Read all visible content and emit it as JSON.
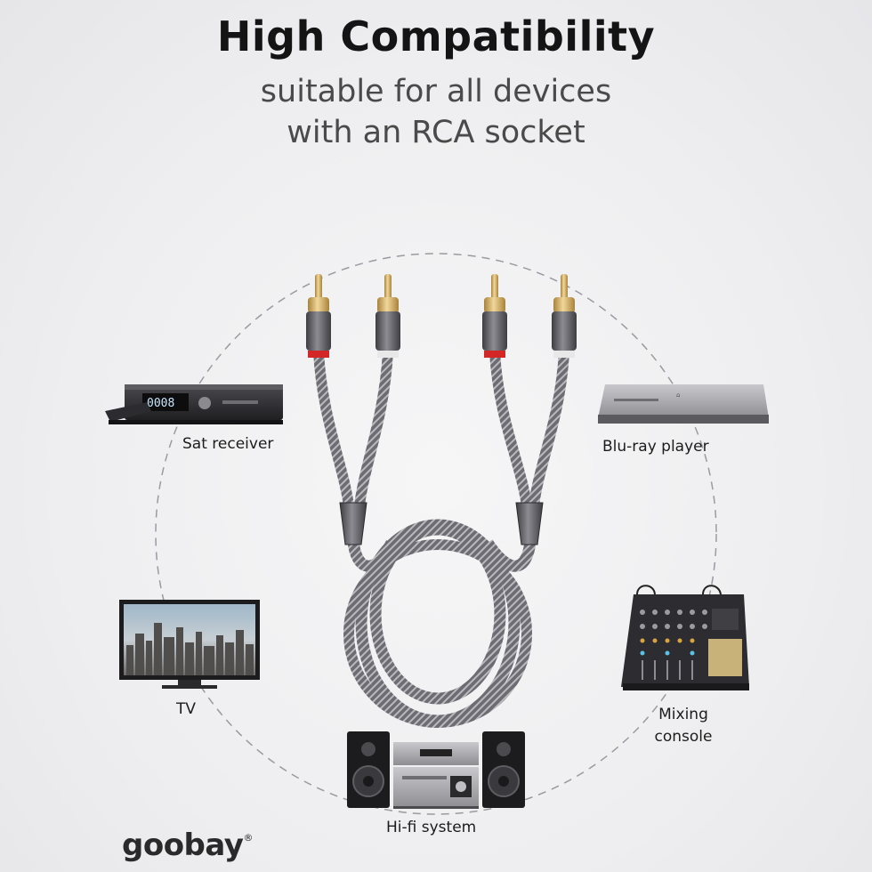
{
  "header": {
    "title": "High Compatibility",
    "subtitle_line1": "suitable for all devices",
    "subtitle_line2": "with an RCA socket"
  },
  "devices": [
    {
      "label": "Sat receiver",
      "display": "0008"
    },
    {
      "label": "Blu-ray player"
    },
    {
      "label": "TV"
    },
    {
      "label": "Mixing console"
    },
    {
      "label": "Hi-fi system"
    }
  ],
  "mixing_label_line1": "Mixing",
  "mixing_label_line2": "console",
  "brand": {
    "name": "goobay",
    "mark": "®"
  },
  "colors": {
    "cable_braid": "#6f6f74",
    "plug_metal": "#5a5a60",
    "plug_gold": "#d9b36a",
    "ring_red": "#d32626",
    "ring_white": "#e8e8e8",
    "dash_circle": "#9a9aa0"
  }
}
